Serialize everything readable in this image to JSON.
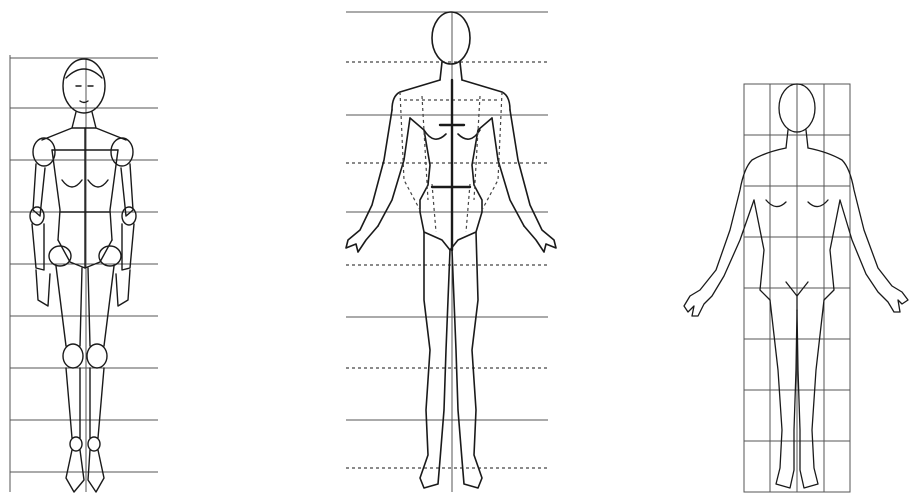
{
  "figures": [
    {
      "name": "mannequin-proportion-figure",
      "grid_rows": 8
    },
    {
      "name": "croquis-front-figure",
      "grid_rows": 9
    },
    {
      "name": "body-outline-figure",
      "grid_rows": 8
    }
  ],
  "colors": {
    "ink": "#1a1a1a",
    "grid": "#555555",
    "background": "#ffffff"
  }
}
